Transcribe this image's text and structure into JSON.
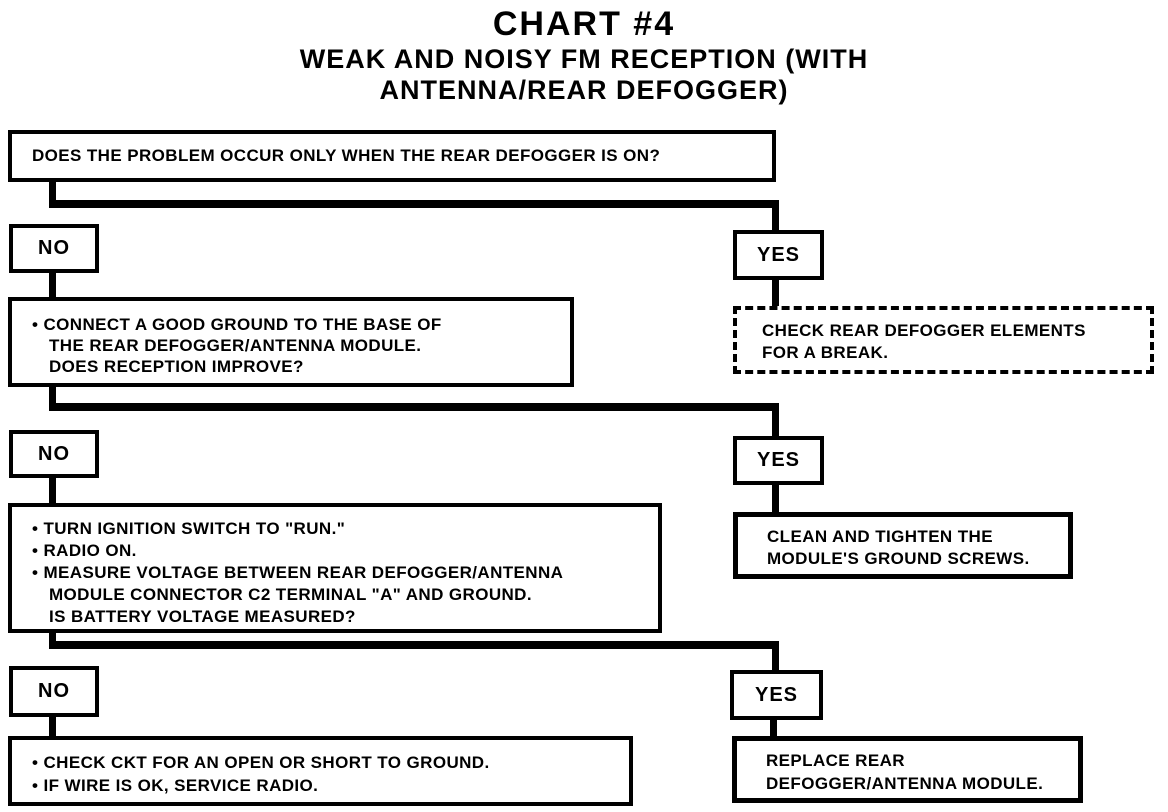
{
  "title": {
    "line1": "CHART #4",
    "line2": "WEAK AND NOISY FM RECEPTION (WITH",
    "line3": "ANTENNA/REAR DEFOGGER)"
  },
  "decision_labels": {
    "no": "NO",
    "yes": "YES"
  },
  "nodes": {
    "q1": {
      "text": "DOES THE PROBLEM OCCUR ONLY WHEN THE REAR DEFOGGER IS ON?"
    },
    "check_elements": {
      "lines": [
        "CHECK REAR DEFOGGER ELEMENTS",
        "FOR A BREAK."
      ]
    },
    "q2": {
      "lines": [
        "• CONNECT A GOOD GROUND TO THE BASE OF",
        "THE REAR DEFOGGER/ANTENNA MODULE.",
        "DOES RECEPTION IMPROVE?"
      ]
    },
    "clean_screws": {
      "lines": [
        "CLEAN AND TIGHTEN THE",
        "MODULE'S GROUND SCREWS."
      ]
    },
    "q3": {
      "lines": [
        "• TURN IGNITION SWITCH TO \"RUN.\"",
        "• RADIO ON.",
        "• MEASURE VOLTAGE BETWEEN REAR DEFOGGER/ANTENNA",
        "MODULE CONNECTOR C2 TERMINAL \"A\" AND GROUND.",
        "IS BATTERY VOLTAGE MEASURED?"
      ]
    },
    "check_ckt": {
      "lines": [
        "• CHECK CKT FOR AN OPEN OR SHORT TO GROUND.",
        "• IF WIRE IS OK, SERVICE RADIO."
      ]
    },
    "replace_module": {
      "lines": [
        "REPLACE REAR",
        "DEFOGGER/ANTENNA MODULE."
      ]
    }
  },
  "colors": {
    "ink": "#000000",
    "paper": "#ffffff"
  }
}
